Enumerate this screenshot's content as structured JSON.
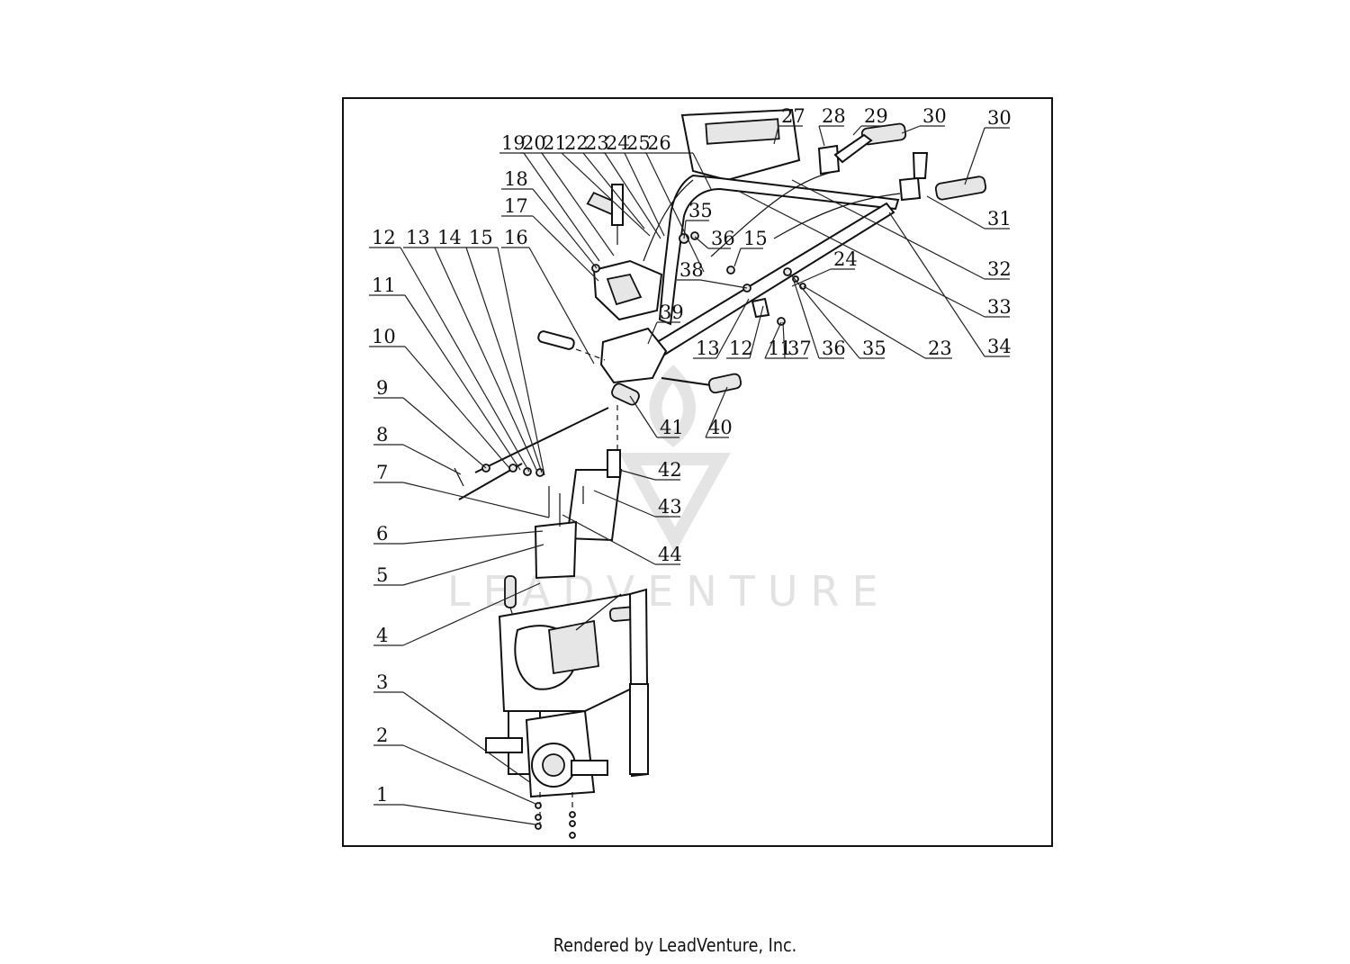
{
  "footer_text": "Rendered by LeadVenture, Inc.",
  "watermark_text": "LEADVENTURE",
  "callouts": [
    {
      "num": "1"
    },
    {
      "num": "2"
    },
    {
      "num": "3"
    },
    {
      "num": "4"
    },
    {
      "num": "5"
    },
    {
      "num": "6"
    },
    {
      "num": "7"
    },
    {
      "num": "8"
    },
    {
      "num": "9"
    },
    {
      "num": "10"
    },
    {
      "num": "11"
    },
    {
      "num": "12"
    },
    {
      "num": "13"
    },
    {
      "num": "14"
    },
    {
      "num": "15"
    },
    {
      "num": "16"
    },
    {
      "num": "17"
    },
    {
      "num": "18"
    },
    {
      "num": "19"
    },
    {
      "num": "20"
    },
    {
      "num": "21"
    },
    {
      "num": "22"
    },
    {
      "num": "23"
    },
    {
      "num": "24"
    },
    {
      "num": "25"
    },
    {
      "num": "26"
    },
    {
      "num": "27"
    },
    {
      "num": "28"
    },
    {
      "num": "29"
    },
    {
      "num": "30"
    },
    {
      "num": "30"
    },
    {
      "num": "31"
    },
    {
      "num": "32"
    },
    {
      "num": "33"
    },
    {
      "num": "34"
    },
    {
      "num": "35"
    },
    {
      "num": "36"
    },
    {
      "num": "15"
    },
    {
      "num": "38"
    },
    {
      "num": "39"
    },
    {
      "num": "24"
    },
    {
      "num": "13"
    },
    {
      "num": "12"
    },
    {
      "num": "11"
    },
    {
      "num": "37"
    },
    {
      "num": "36"
    },
    {
      "num": "35"
    },
    {
      "num": "23"
    },
    {
      "num": "41"
    },
    {
      "num": "40"
    },
    {
      "num": "42"
    },
    {
      "num": "43"
    },
    {
      "num": "44"
    }
  ]
}
